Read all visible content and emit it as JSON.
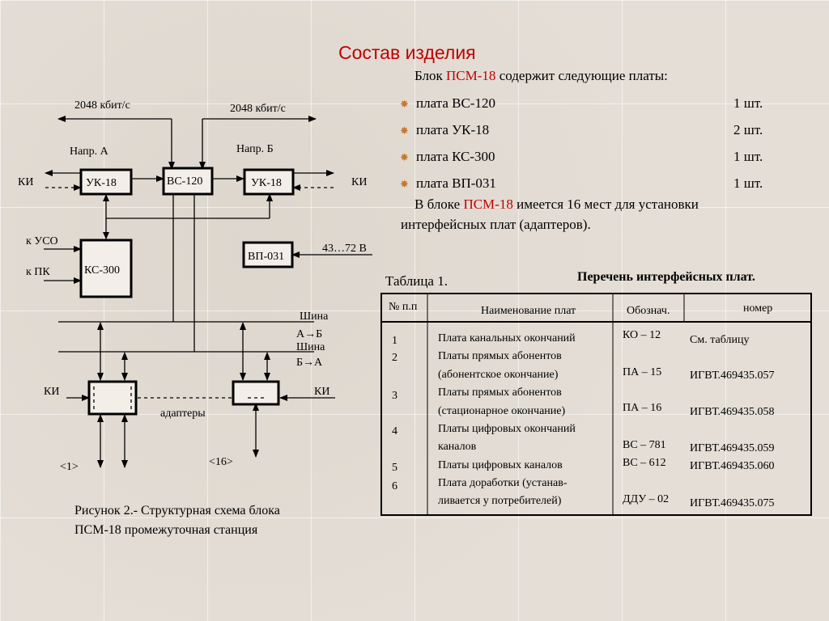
{
  "title": "Состав изделия",
  "intro": {
    "prefix": "Блок ",
    "name": "ПСМ-18",
    "suffix": " содержит следующие платы:"
  },
  "boards": [
    {
      "label": "плата ВС-120",
      "qty": "1 шт."
    },
    {
      "label": "плата УК-18",
      "qty": "2 шт."
    },
    {
      "label": "плата КС-300",
      "qty": "1 шт."
    },
    {
      "label": "плата ВП-031",
      "qty": "1 шт."
    }
  ],
  "note": {
    "prefix": "В блоке ",
    "name": "ПСМ-18",
    "suffix": " имеется 16 мест для установки",
    "line2": "интерфейсных плат (адаптеров)."
  },
  "colors": {
    "accent": "#c00000",
    "bullet": "#c87830"
  },
  "diagram": {
    "rate_left": "2048 кбит/с",
    "rate_right": "2048 кбит/с",
    "dir_a": "Напр. А",
    "dir_b": "Напр. Б",
    "ki": "КИ",
    "uk18": "УК-18",
    "vs120": "ВС-120",
    "ks300": "КС-300",
    "vp031": "ВП-031",
    "k_uso": "к УСО",
    "k_pk": "к ПК",
    "voltage": "43…72 В",
    "bus1_l1": "Шина",
    "bus1_l2": "А→Б",
    "bus2_l1": "Шина",
    "bus2_l2": "Б→А",
    "adapters": "адаптеры",
    "slot1": "<1>",
    "slot16": "<16>"
  },
  "caption": "Рисунок 2.- Структурная схема блока ПСМ-18 промежуточная станция",
  "table": {
    "label": "Таблица  1.",
    "title": "Перечень интерфейсных плат.",
    "headers": [
      "№ п.п",
      "Наименование плат",
      "Обознач.",
      "номер"
    ],
    "nums": [
      "1",
      "2",
      "3",
      "4",
      "5",
      "6"
    ],
    "names": [
      "Плата канальных окончаний",
      "Платы прямых абонентов",
      "(абонентское окончание)",
      "Платы прямых абонентов",
      "(стационарное окончание)",
      "Платы цифровых окончаний",
      " каналов",
      "Платы цифровых каналов",
      "Плата доработки (устанав-",
      "ливается у потребителей)"
    ],
    "codes": [
      "КО – 12",
      "ПА – 15",
      "ПА – 16",
      "ВС – 781",
      "ВС – 612",
      "ДДУ – 02"
    ],
    "numbers": [
      "См. таблицу",
      "ИГВТ.469435.057",
      "ИГВТ.469435.058",
      "ИГВТ.469435.059",
      "ИГВТ.469435.060",
      "ИГВТ.469435.075"
    ]
  }
}
